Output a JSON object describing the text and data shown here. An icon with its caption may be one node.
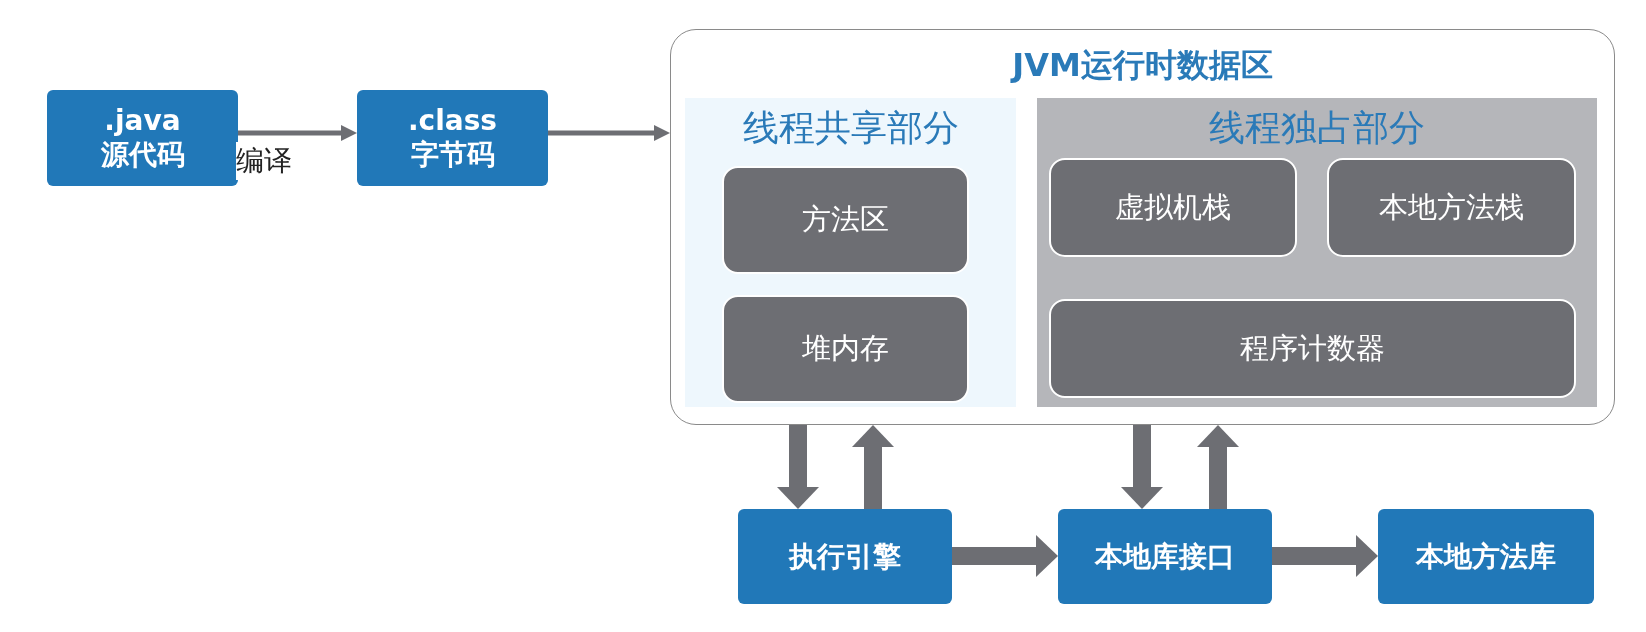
{
  "diagram": {
    "nodes": [
      {
        "text": [
          ".java",
          "源代码"
        ]
      },
      {
        "text": [
          ".class",
          "字节码"
        ]
      },
      {
        "text": [
          "JVM运行时数据区"
        ]
      },
      {
        "text": [
          "线程共享部分"
        ],
        "in": 2
      },
      {
        "text": [
          "方法区"
        ],
        "in": 3
      },
      {
        "text": [
          "堆内存"
        ],
        "in": 3
      },
      {
        "text": [
          "线程独占部分"
        ],
        "in": 2
      },
      {
        "text": [
          "虚拟机栈"
        ],
        "in": 6
      },
      {
        "text": [
          "本地方法栈"
        ],
        "in": 6
      },
      {
        "text": [
          "程序计数器"
        ],
        "in": 6
      },
      {
        "text": [
          "执行引擎"
        ]
      },
      {
        "text": [
          "本地库接口"
        ]
      },
      {
        "text": [
          "本地方法库"
        ]
      }
    ],
    "edges": [
      {
        "from": 0,
        "to": 1,
        "arrow": "to",
        "label": "编译"
      },
      {
        "from": 1,
        "to": 2,
        "arrow": "to"
      },
      {
        "from": 2,
        "to": 10,
        "arrow": "to"
      },
      {
        "from": 10,
        "to": 2,
        "arrow": "to"
      },
      {
        "from": 2,
        "to": 11,
        "arrow": "to"
      },
      {
        "from": 11,
        "to": 2,
        "arrow": "to"
      },
      {
        "from": 10,
        "to": 11,
        "arrow": "to"
      },
      {
        "from": 11,
        "to": 12,
        "arrow": "to"
      }
    ]
  }
}
